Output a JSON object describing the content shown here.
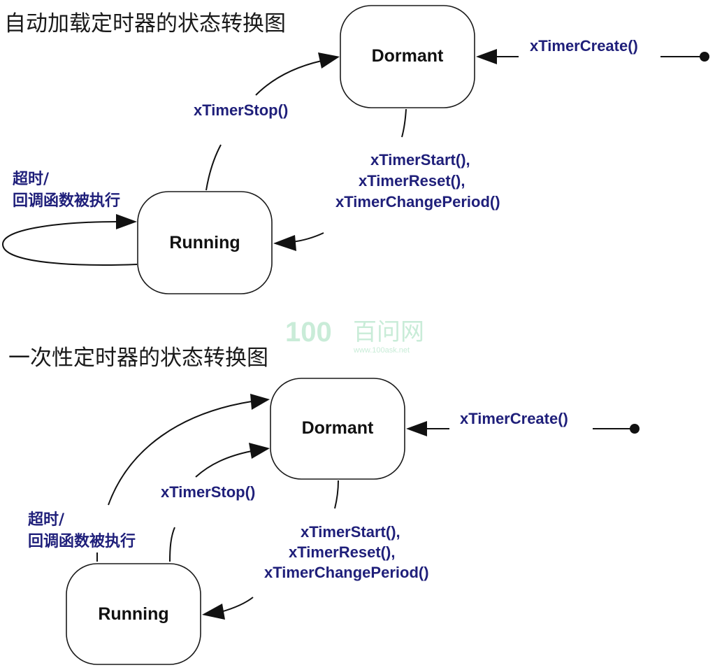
{
  "diagrams": [
    {
      "title": "自动加载定时器的状态转换图",
      "states": {
        "dormant": "Dormant",
        "running": "Running"
      },
      "labels": {
        "create": "xTimerCreate()",
        "stop": "xTimerStop()",
        "start": "xTimerStart(),",
        "reset": "xTimerReset(),",
        "change_period": "xTimerChangePeriod()",
        "timeout_1": "超时/",
        "timeout_2": "回调函数被执行"
      }
    },
    {
      "title": "一次性定时器的状态转换图",
      "states": {
        "dormant": "Dormant",
        "running": "Running"
      },
      "labels": {
        "create": "xTimerCreate()",
        "stop": "xTimerStop()",
        "start": "xTimerStart(),",
        "reset": "xTimerReset(),",
        "change_period": "xTimerChangePeriod()",
        "timeout_1": "超时/",
        "timeout_2": "回调函数被执行"
      }
    }
  ],
  "watermark": {
    "number": "100",
    "name": "百问网",
    "url": "www.100ask.net"
  },
  "colors": {
    "label": "#1f1f7a",
    "line": "#111111",
    "watermark": "#c9ecd8"
  }
}
